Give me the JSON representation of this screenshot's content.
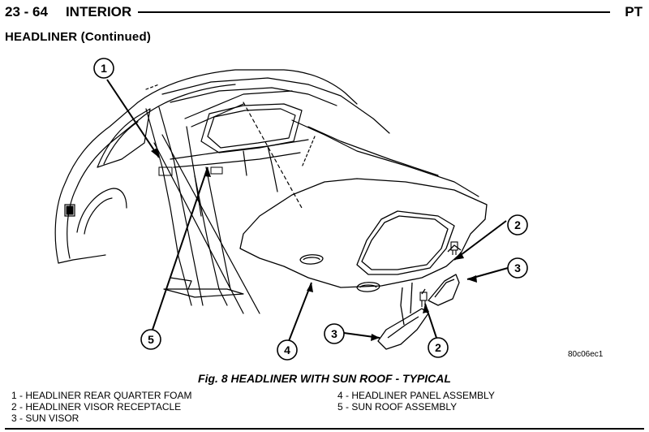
{
  "header": {
    "page_number": "23 - 64",
    "section": "INTERIOR",
    "model_code": "PT"
  },
  "section_title": "HEADLINER (Continued)",
  "figure": {
    "code": "80c06ec1",
    "caption": "Fig. 8 HEADLINER WITH SUN ROOF - TYPICAL",
    "callouts": [
      "1",
      "2",
      "3",
      "4",
      "5",
      "2",
      "3"
    ]
  },
  "legend": {
    "left": [
      "1 - HEADLINER REAR QUARTER FOAM",
      "2 - HEADLINER VISOR RECEPTACLE",
      "3 - SUN VISOR"
    ],
    "right": [
      "4 - HEADLINER PANEL ASSEMBLY",
      "5 - SUN ROOF ASSEMBLY"
    ]
  }
}
